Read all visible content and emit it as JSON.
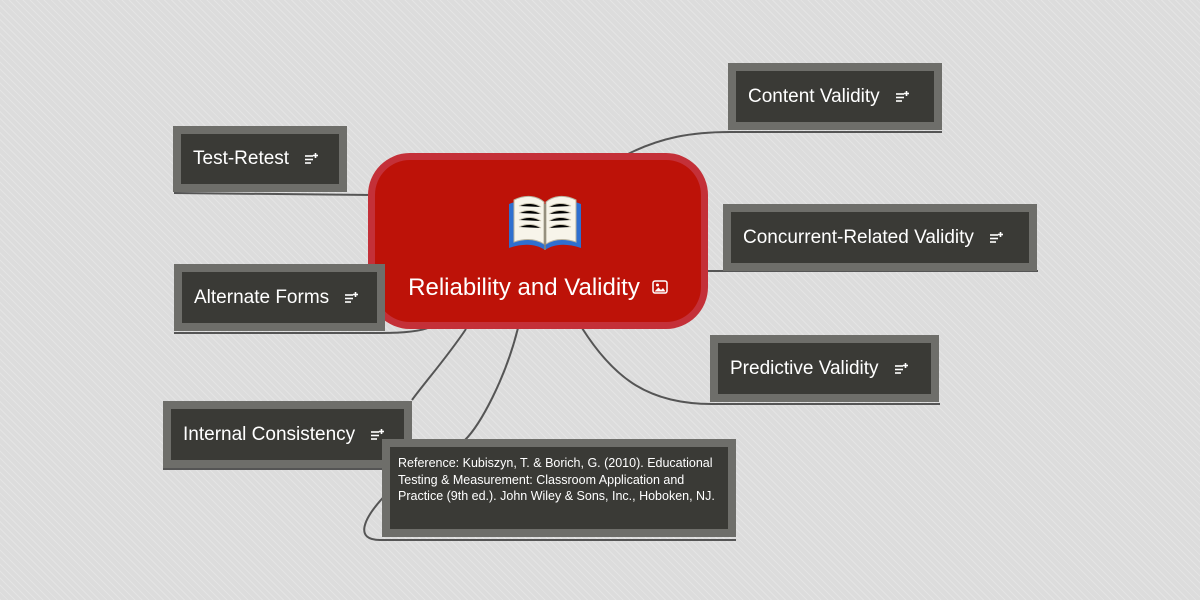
{
  "central": {
    "title": "Reliability and Validity",
    "icon": "open-book-icon",
    "attachment_icon": "image-icon",
    "color": "#bd1208"
  },
  "topics": [
    {
      "id": "content-validity",
      "label": "Content Validity",
      "icon": "note-icon"
    },
    {
      "id": "test-retest",
      "label": "Test-Retest",
      "icon": "note-icon"
    },
    {
      "id": "concurrent-related-validity",
      "label": "Concurrent-Related Validity",
      "icon": "note-icon"
    },
    {
      "id": "alternate-forms",
      "label": "Alternate Forms",
      "icon": "note-icon"
    },
    {
      "id": "predictive-validity",
      "label": "Predictive Validity",
      "icon": "note-icon"
    },
    {
      "id": "internal-consistency",
      "label": "Internal Consistency",
      "icon": "note-icon"
    }
  ],
  "reference": {
    "text": "Reference: Kubiszyn, T. & Borich, G. (2010). Educational Testing & Measurement: Classroom Application and Practice (9th ed.). John Wiley & Sons, Inc., Hoboken, NJ."
  },
  "colors": {
    "node_border": "#6e6e6a",
    "node_fill": "#3a3a36",
    "connector": "#555555",
    "background": "#dcdcdc"
  }
}
